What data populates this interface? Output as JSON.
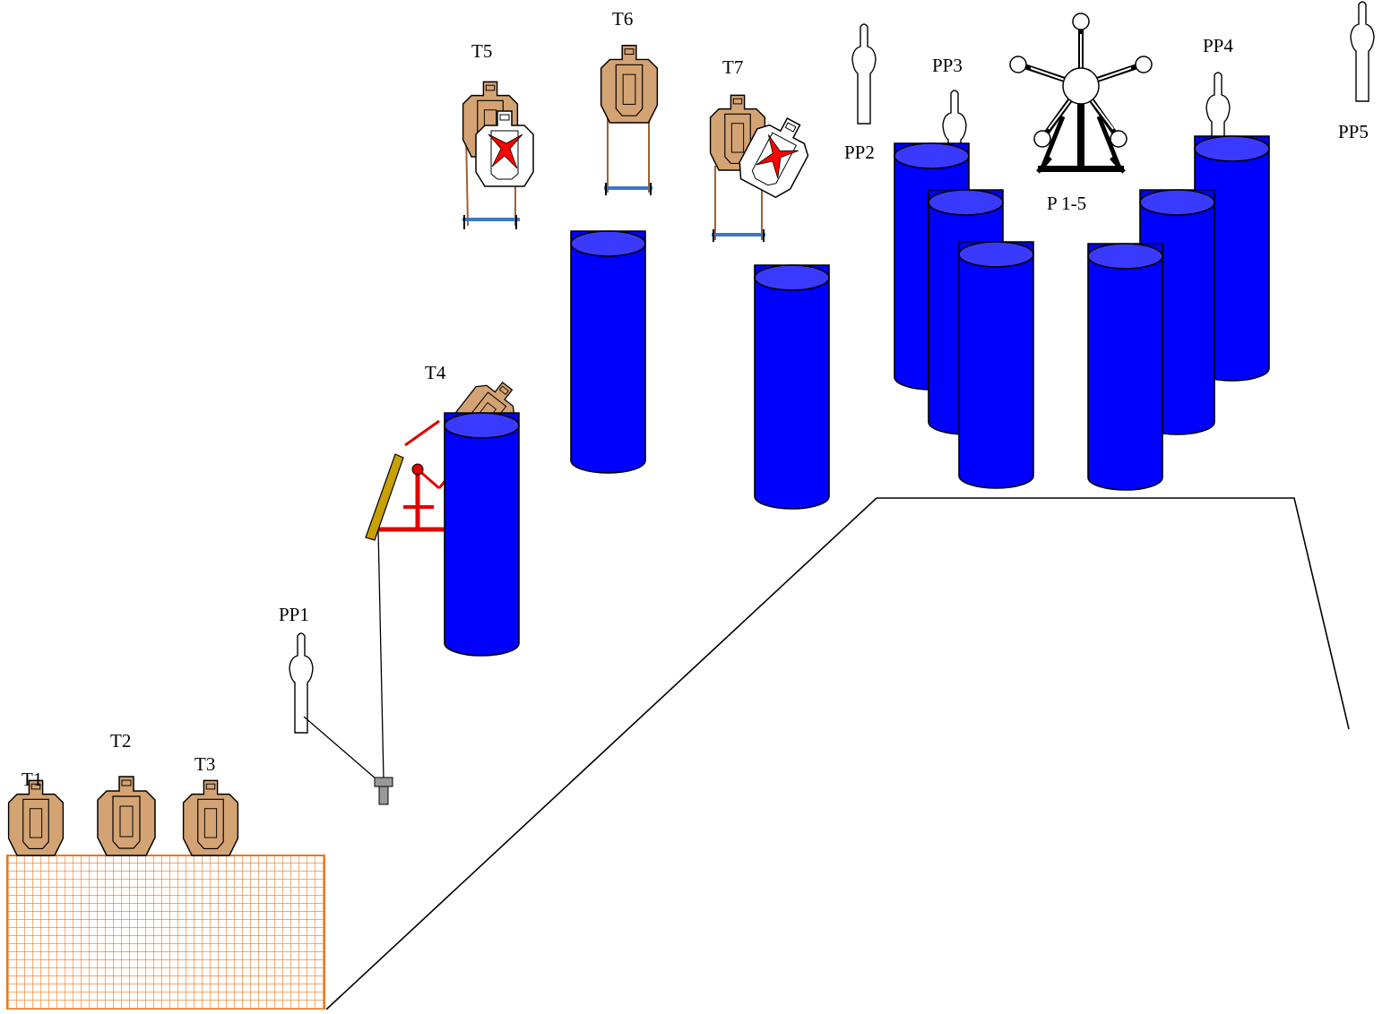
{
  "labels": {
    "t1": "T1",
    "t2": "T2",
    "t3": "T3",
    "t4": "T4",
    "t5": "T5",
    "t6": "T6",
    "t7": "T7",
    "pp1": "PP1",
    "pp2": "PP2",
    "pp3": "PP3",
    "pp4": "PP4",
    "pp5": "PP5",
    "plates": "P 1-5"
  },
  "colors": {
    "barrel_fill": "#0000ff",
    "barrel_top": "#3a3aff",
    "target_tan": "#d4a373",
    "no_shoot_x": "#ff0000",
    "popper_red": "#e00000",
    "fault_line": "#000000",
    "fence_orange": "#e87722",
    "stand_blue": "#3d78c4",
    "plank_gold": "#c8a000",
    "activator_gray": "#999999"
  },
  "icons": {
    "cardboard_target": "ipsc-cardboard-target-icon",
    "no_shoot_target": "no-shoot-target-icon",
    "pepper_popper": "pepper-popper-icon",
    "plate_rack": "plate-tree-icon",
    "barrel": "barrel-icon",
    "activator": "activator-pedal-icon",
    "fence": "mesh-fence-icon"
  }
}
